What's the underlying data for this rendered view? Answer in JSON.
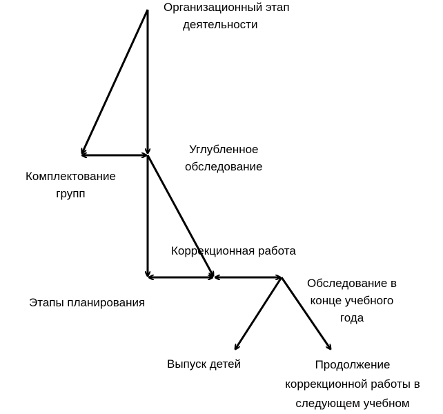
{
  "nodes": {
    "org": [
      "Организационный этап",
      "деятельности"
    ],
    "deep": [
      "Углубленное",
      "обследование"
    ],
    "groups": [
      "Комплектование",
      "групп"
    ],
    "correction": [
      "Коррекционная работа"
    ],
    "planning": [
      "Этапы планирования"
    ],
    "end_exam": [
      "Обследование в",
      "конце учебного",
      "года"
    ],
    "graduation": [
      "Выпуск детей"
    ],
    "continue": [
      "Продолжение",
      "коррекционной работы в",
      "следующем учебном"
    ]
  }
}
